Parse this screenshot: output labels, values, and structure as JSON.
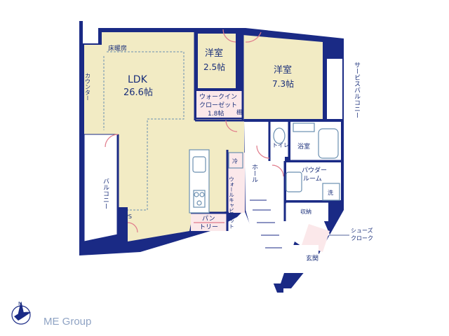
{
  "rooms": {
    "ldk": {
      "name": "LDK",
      "size": "26.6帖"
    },
    "floor_heating": "床暖房",
    "western_small": {
      "name": "洋室",
      "size": "2.5帖"
    },
    "western_large": {
      "name": "洋室",
      "size": "7.3帖"
    },
    "walk_in_closet": {
      "line1": "ウォークイン",
      "line2": "クローゼット",
      "size": "1.8帖"
    },
    "shelf": "棚",
    "counter": "カウンター",
    "service_balcony": "サービスバルコニー",
    "balcony": "バルコニー",
    "toilet": "トイレ",
    "bath": "浴室",
    "hall": "ホール",
    "powder_room": {
      "line1": "パウダー",
      "line2": "ルーム"
    },
    "wash": "洗",
    "refrigerator": "冷",
    "walk_cabinet": "ウォールキャビネット",
    "pantry": {
      "line1": "パン",
      "line2": "トリー"
    },
    "storage": "収納",
    "shoes_cloak": {
      "line1": "シューズ",
      "line2": "クローク"
    },
    "entrance": "玄関",
    "ps": "PS"
  },
  "watermark": "ME Group",
  "colors": {
    "wall": "#1a2a85",
    "ldk_floor": "#f2ebc4",
    "western_floor": "#f2ebc4",
    "closet": "#fbe8ea",
    "balcony": "#ffffff",
    "wet_area": "#ffffff",
    "door_line": "#e07a8a",
    "fixture": "#6b8fb0",
    "label": "#1a2f7a"
  },
  "icons": [
    "compass-icon",
    "bird-logo-icon"
  ]
}
